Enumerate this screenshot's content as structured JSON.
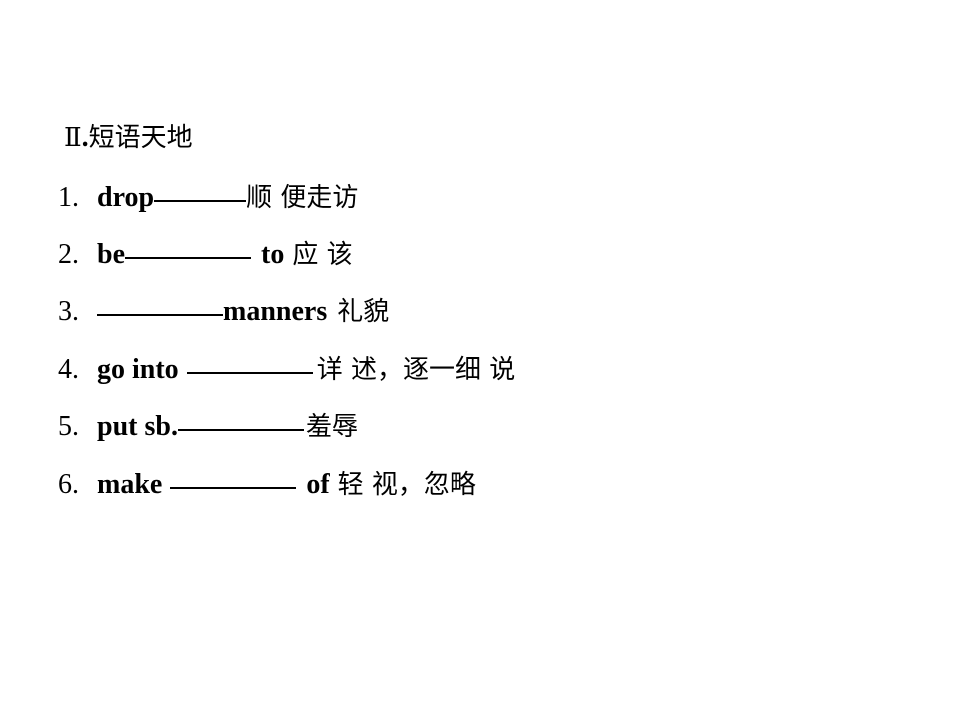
{
  "heading": {
    "roman": "Ⅱ",
    "dot": ".",
    "title": "短语天地"
  },
  "items": [
    {
      "num": "1",
      "dot": ".",
      "before": "drop",
      "after_en": "",
      "meaning": "顺 便走访"
    },
    {
      "num": "2",
      "dot": ".",
      "before": "be",
      "after_en": "to",
      "meaning": "应 该"
    },
    {
      "num": "3",
      "dot": ".",
      "before": "",
      "after_en": "manners",
      "meaning": "礼貌"
    },
    {
      "num": "4",
      "dot": ".",
      "before": "go into",
      "after_en": "",
      "meaning": "详 述，逐一细 说"
    },
    {
      "num": "5",
      "dot": ".",
      "before": "put sb.",
      "after_en": "",
      "meaning": "羞辱"
    },
    {
      "num": "6",
      "dot": ".",
      "before": "make",
      "after_en": "of",
      "meaning": "轻 视，忽略"
    }
  ]
}
